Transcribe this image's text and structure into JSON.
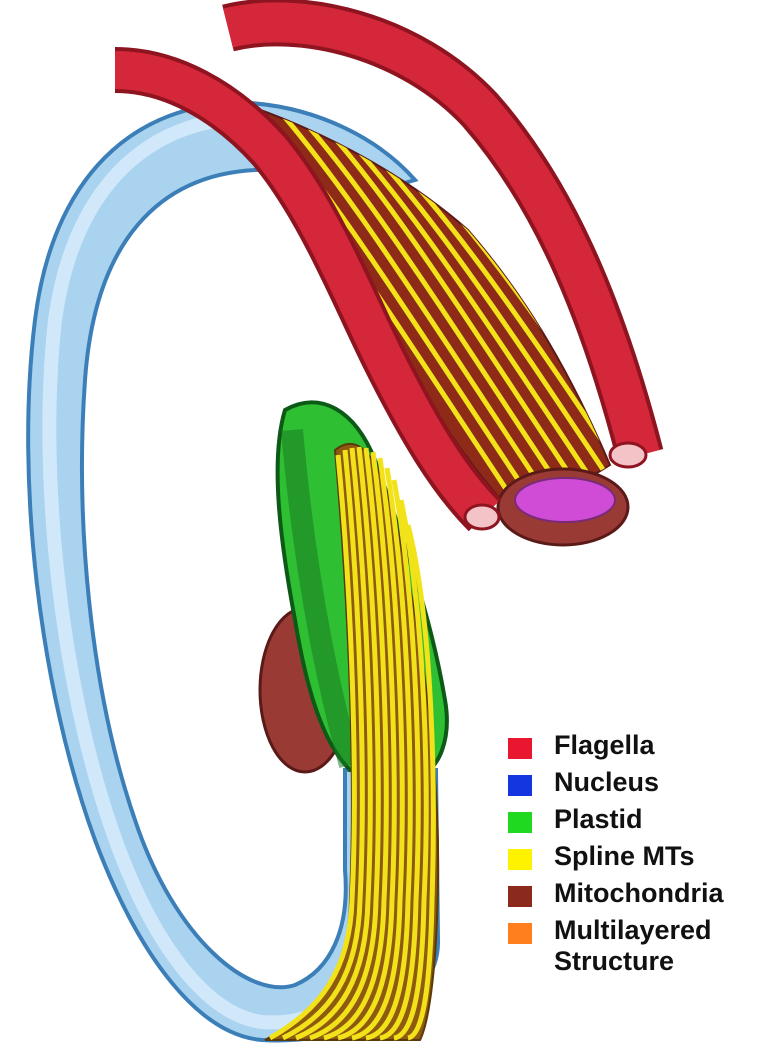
{
  "legend": [
    {
      "label": "Flagella",
      "color": "#e8172f"
    },
    {
      "label": "Nucleus",
      "color": "#1436e0"
    },
    {
      "label": "Plastid",
      "color": "#1fd820"
    },
    {
      "label": "Spline MTs",
      "color": "#fff200"
    },
    {
      "label": "Mitochondria",
      "color": "#8b2a1c"
    },
    {
      "label": "Multilayered",
      "label2": "Structure",
      "color": "#ff7f1e"
    }
  ],
  "colors": {
    "flagella": "#d4273a",
    "flagella_dark": "#8e1420",
    "cell_body": "#a9d3ef",
    "cell_outline": "#3c7fb8",
    "plastid": "#2fbf33",
    "plastid_dark": "#0d5a16",
    "spline_mts": "#f2e21a",
    "mitochondria": "#9a3a34",
    "mitochondria_dark": "#5a1a18",
    "nucleus_cap": "#d14cd6"
  }
}
